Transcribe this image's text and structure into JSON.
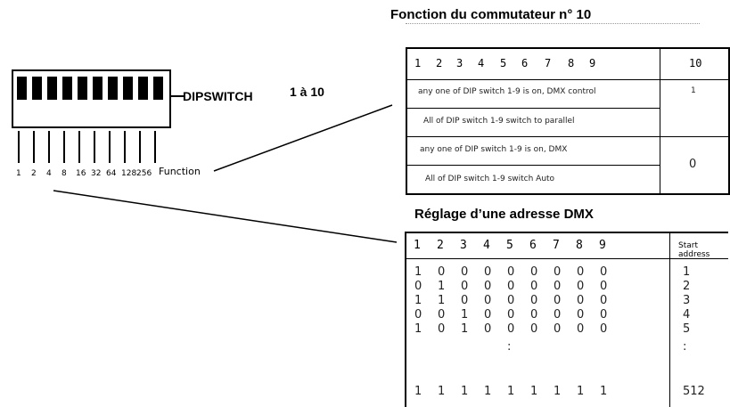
{
  "dip": {
    "label": "DIPSWITCH",
    "range_label": "1 à 10",
    "pin_labels": [
      "1",
      "2",
      "4",
      "8",
      "16",
      "32",
      "64",
      "128",
      "256",
      "Function"
    ],
    "function_label": "Function"
  },
  "function_section": {
    "title": "Fonction du commutateur n° 10",
    "header": [
      "1",
      "2",
      "3",
      "4",
      "5",
      "6",
      "7",
      "8",
      "9",
      "10"
    ],
    "rows": [
      {
        "text": "any one of DIP switch 1-9 is on, DMX control",
        "value": "1"
      },
      {
        "text": "All of DIP switch 1-9 switch to parallel",
        "value": ""
      },
      {
        "text": "any one of DIP switch 1-9 is on, DMX",
        "value": "0"
      },
      {
        "text": "All of DIP switch 1-9 switch Auto",
        "value": ""
      }
    ]
  },
  "address_section": {
    "title": "Réglage d’une adresse DMX",
    "header": [
      "1",
      "2",
      "3",
      "4",
      "5",
      "6",
      "7",
      "8",
      "9",
      "Start address"
    ],
    "rows": [
      [
        "1",
        "0",
        "0",
        "0",
        "0",
        "0",
        "0",
        "0",
        "0",
        "1"
      ],
      [
        "0",
        "1",
        "0",
        "0",
        "0",
        "0",
        "0",
        "0",
        "0",
        "2"
      ],
      [
        "1",
        "1",
        "0",
        "0",
        "0",
        "0",
        "0",
        "0",
        "0",
        "3"
      ],
      [
        "0",
        "0",
        "1",
        "0",
        "0",
        "0",
        "0",
        "0",
        "0",
        "4"
      ],
      [
        "1",
        "0",
        "1",
        "0",
        "0",
        "0",
        "0",
        "0",
        "0",
        "5"
      ],
      [
        "",
        "",
        "",
        "",
        ":",
        "",
        "",
        "",
        "",
        ":"
      ],
      [
        "1",
        "1",
        "1",
        "1",
        "1",
        "1",
        "1",
        "1",
        "1",
        "512"
      ]
    ]
  }
}
